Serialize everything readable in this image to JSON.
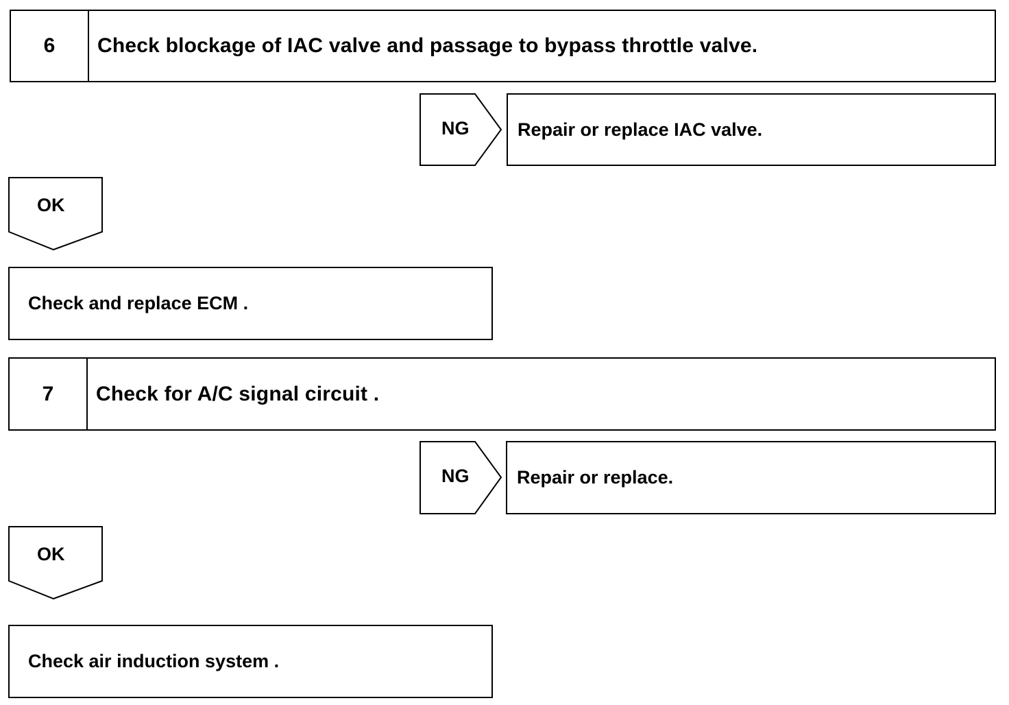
{
  "steps": [
    {
      "number": "6",
      "text": "Check blockage of IAC valve and passage to bypass throttle valve."
    },
    {
      "number": "7",
      "text": "Check for A/C signal circuit ."
    }
  ],
  "ng_results": [
    {
      "label": "NG",
      "action": "Repair or replace IAC valve."
    },
    {
      "label": "NG",
      "action": "Repair or replace."
    }
  ],
  "ok_results": [
    {
      "label": "OK",
      "action": "Check and replace ECM ."
    },
    {
      "label": "OK",
      "action": "Check air induction system ."
    }
  ]
}
